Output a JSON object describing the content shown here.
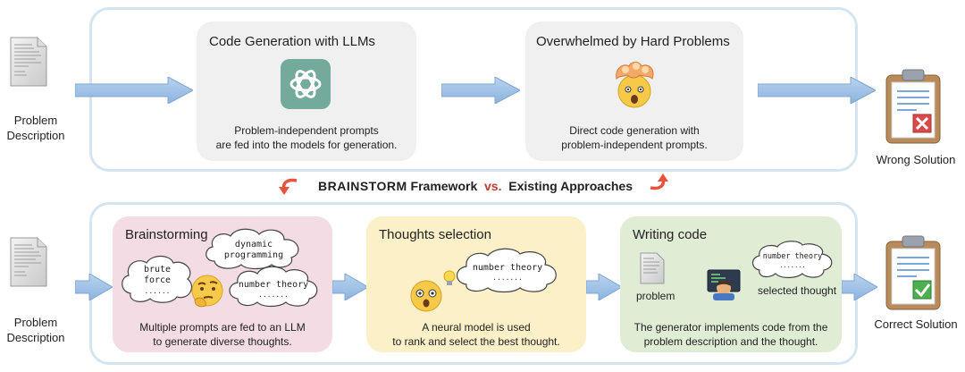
{
  "problem_label_top": "Problem\nDescription",
  "problem_label_bottom": "Problem\nDescription",
  "top": {
    "codegen": {
      "title": "Code Generation with LLMs",
      "desc": "Problem-independent prompts\nare fed into the models for generation."
    },
    "overwhelmed": {
      "title": "Overwhelmed by Hard Problems",
      "desc": "Direct code generation with\nproblem-independent prompts."
    },
    "result": "Wrong Solution"
  },
  "middle": {
    "brainstorm_word": "BRAINSTORM",
    "framework_word": "Framework",
    "vs": "vs.",
    "existing": "Existing Approaches",
    "vs_color": "#c0392b"
  },
  "bottom": {
    "brainstorming": {
      "title": "Brainstorming",
      "cloud_dynamic": "dynamic\nprogramming",
      "cloud_brute": "brute\nforce\n......",
      "cloud_number": "number theory\n.......",
      "desc": "Multiple prompts are fed to an LLM\nto generate diverse thoughts.",
      "bg": "#f3dce4"
    },
    "selection": {
      "title": "Thoughts selection",
      "cloud": "number theory\n.......",
      "desc": "A neural model is used\nto rank and select the best thought.",
      "bg": "#fbf0c8"
    },
    "writing": {
      "title": "Writing code",
      "cloud": "number theory\n.......",
      "problem_label": "problem",
      "thought_label": "selected thought",
      "desc": "The generator implements code from the\nproblem description and the thought.",
      "bg": "#dfedd5"
    },
    "result": "Correct Solution"
  },
  "icons": {
    "llm": "openai-logo-icon",
    "mind_blown": "exploding-head-icon",
    "thinking": "thinking-face-icon",
    "surprised": "surprised-face-icon",
    "bulb": "light-bulb-icon",
    "coder": "technologist-icon",
    "document": "document-icon",
    "clipboard_wrong": "clipboard-cross-icon",
    "clipboard_right": "clipboard-check-icon"
  }
}
